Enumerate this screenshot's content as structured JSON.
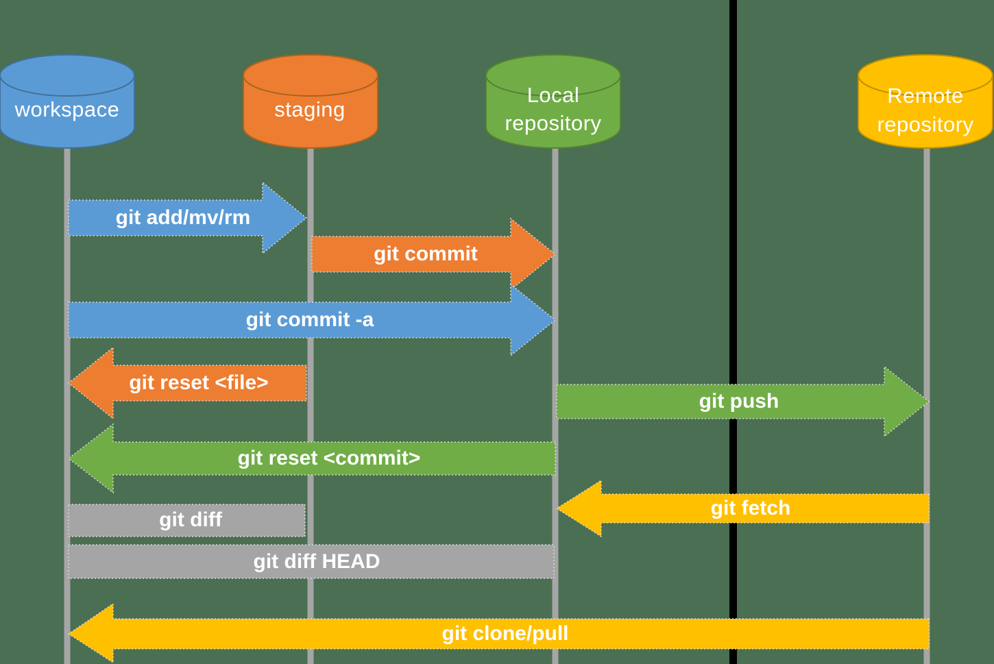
{
  "canvas": {
    "background": "#4A6F52",
    "outline": "#D9D9D9"
  },
  "nodes": [
    {
      "id": "workspace",
      "lines": [
        "workspace"
      ],
      "fill": "#5B9BD5",
      "stroke": "#41719C"
    },
    {
      "id": "staging",
      "lines": [
        "staging"
      ],
      "fill": "#ED7D31",
      "stroke": "#A8641C"
    },
    {
      "id": "local-repository",
      "lines": [
        "Local",
        "repository"
      ],
      "fill": "#70AD47",
      "stroke": "#538234"
    },
    {
      "id": "remote-repository",
      "lines": [
        "Remote",
        "repository"
      ],
      "fill": "#FFC000",
      "stroke": "#BF9000"
    }
  ],
  "lifelines": {
    "color": "#A6A6A6"
  },
  "divider": {
    "color": "#000000"
  },
  "arrows": [
    {
      "label": "git add/mv/rm",
      "from": "workspace",
      "to": "staging",
      "direction": "right",
      "fill": "#5B9BD5"
    },
    {
      "label": "git commit",
      "from": "staging",
      "to": "local-repository",
      "direction": "right",
      "fill": "#ED7D31"
    },
    {
      "label": "git commit -a",
      "from": "workspace",
      "to": "local-repository",
      "direction": "right",
      "fill": "#5B9BD5"
    },
    {
      "label": "git reset <file>",
      "from": "staging",
      "to": "workspace",
      "direction": "left",
      "fill": "#ED7D31"
    },
    {
      "label": "git push",
      "from": "local-repository",
      "to": "remote-repository",
      "direction": "right",
      "fill": "#70AD47"
    },
    {
      "label": "git reset <commit>",
      "from": "local-repository",
      "to": "workspace",
      "direction": "left",
      "fill": "#70AD47"
    },
    {
      "label": "git fetch",
      "from": "remote-repository",
      "to": "local-repository",
      "direction": "left",
      "fill": "#FFC000"
    },
    {
      "label": "git diff",
      "from": "workspace",
      "to": "staging",
      "direction": "none",
      "fill": "#A5A5A5"
    },
    {
      "label": "git diff HEAD",
      "from": "workspace",
      "to": "local-repository",
      "direction": "none",
      "fill": "#A5A5A5"
    },
    {
      "label": "git clone/pull",
      "from": "remote-repository",
      "to": "workspace",
      "direction": "left",
      "fill": "#FFC000"
    }
  ]
}
